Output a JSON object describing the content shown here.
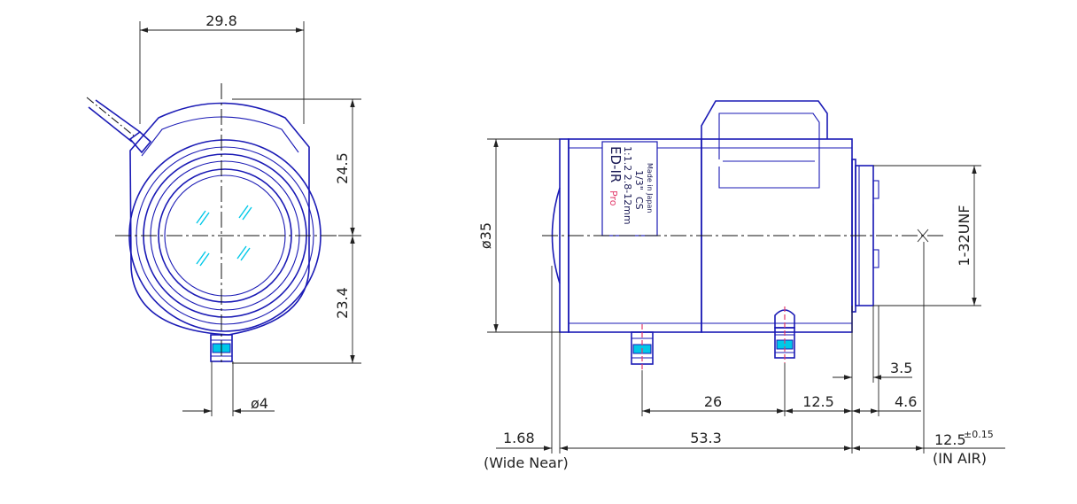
{
  "front_view": {
    "dim_width": "29.8",
    "dim_upper": "24.5",
    "dim_lower": "23.4",
    "dim_connector": "ø4"
  },
  "side_view": {
    "dim_diameter": "ø35",
    "dim_thread": "1-32UNF",
    "dim_flange": "3.5",
    "dim_pin_spacing": "26",
    "dim_pin_to_flange": "12.5",
    "dim_rear": "4.6",
    "dim_front_offset": "1.68",
    "dim_front_note": "(Wide Near)",
    "dim_length": "53.3",
    "dim_back_focus": "12.5",
    "dim_back_focus_tol": "±0.15",
    "dim_back_focus_note": "(IN AIR)"
  },
  "label": {
    "brand": "ED-IR",
    "pro": "Pro",
    "aperture_focal": "1:1.2  2.8-12mm",
    "format": "1/3\"",
    "mount": "CS",
    "origin": "Made in Japan"
  },
  "colors": {
    "outline": "#1a1ab5",
    "glass": "#00c8e8",
    "accent": "#e23a6a"
  }
}
